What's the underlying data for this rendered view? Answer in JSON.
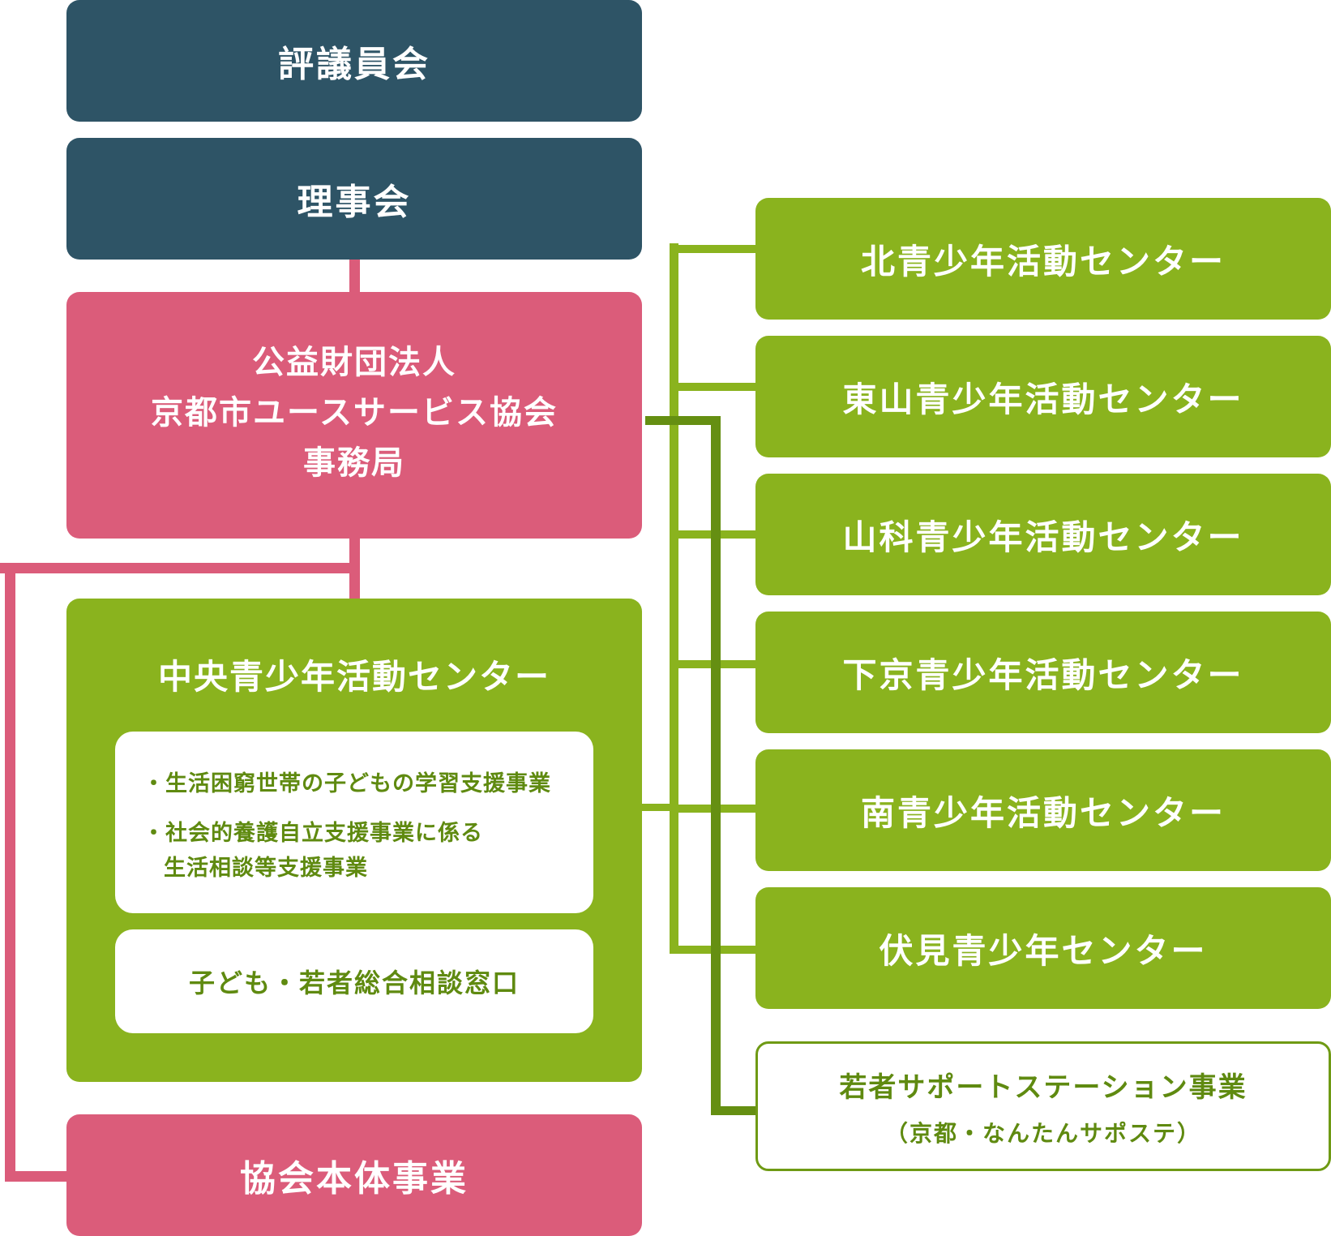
{
  "councilors": {
    "label": "評議員会"
  },
  "board": {
    "label": "理事会"
  },
  "secretariat": {
    "line1": "公益財団法人",
    "line2": "京都市ユースサービス協会",
    "line3": "事務局"
  },
  "central_center": {
    "title": "中央青少年活動センター",
    "programs": {
      "bullet1": "・生活困窮世帯の子どもの学習支援事業",
      "bullet2_line1": "・社会的養護自立支援事業に係る",
      "bullet2_line2": "生活相談等支援事業"
    },
    "consultation": "子ども・若者総合相談窓口"
  },
  "association_business": {
    "label": "協会本体事業"
  },
  "regional_centers": [
    {
      "label": "北青少年活動センター"
    },
    {
      "label": "東山青少年活動センター"
    },
    {
      "label": "山科青少年活動センター"
    },
    {
      "label": "下京青少年活動センター"
    },
    {
      "label": "南青少年活動センター"
    },
    {
      "label": "伏見青少年センター"
    }
  ],
  "support_station": {
    "title": "若者サポートステーション事業",
    "subtitle": "（京都・なんたんサポステ）"
  },
  "colors": {
    "navy": "#2e5466",
    "pink": "#db5c7a",
    "green": "#8ab31e",
    "dark_green": "#658f12"
  }
}
